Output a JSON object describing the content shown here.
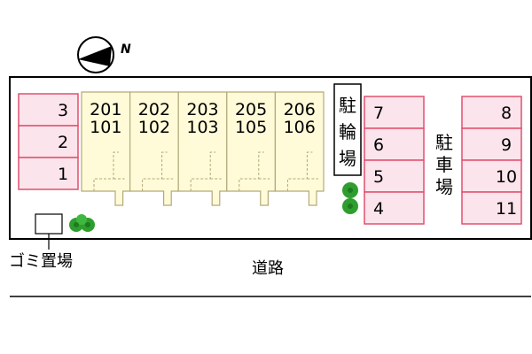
{
  "compass": {
    "north_label": "N"
  },
  "parking_left": [
    "3",
    "2",
    "1"
  ],
  "units": [
    {
      "upper": "201",
      "lower": "101"
    },
    {
      "upper": "202",
      "lower": "102"
    },
    {
      "upper": "203",
      "lower": "103"
    },
    {
      "upper": "205",
      "lower": "105"
    },
    {
      "upper": "206",
      "lower": "106"
    }
  ],
  "bicycle_parking_label": [
    "駐",
    "輪",
    "場"
  ],
  "parking_middle": [
    "7",
    "6",
    "5",
    "4"
  ],
  "car_parking_label": [
    "駐",
    "車",
    "場"
  ],
  "parking_right": [
    "8",
    "9",
    "10",
    "11"
  ],
  "garbage_label": "ゴミ置場",
  "road_label": "道路",
  "colors": {
    "parking_fill": "#fce4ec",
    "parking_stroke": "#e0506e",
    "building_fill": "#fffbd8",
    "building_stroke": "#b3a97a",
    "tree": "#2e9e2e",
    "outline": "#000000"
  }
}
